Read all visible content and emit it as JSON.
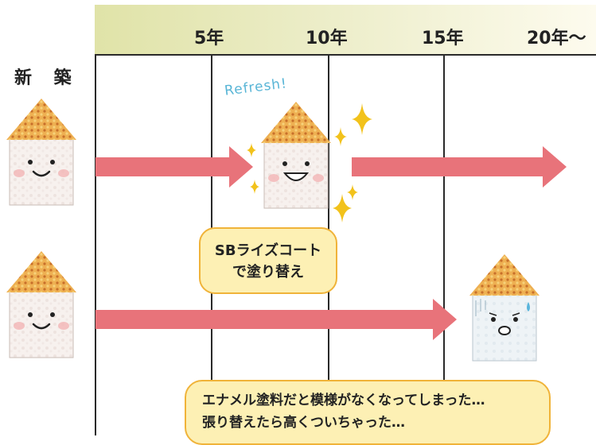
{
  "timeline": {
    "start_label": "新 築",
    "years": [
      "5年",
      "10年",
      "15年",
      "20年〜"
    ]
  },
  "refresh_text": "Refresh!",
  "callout_sb": {
    "line1": "SBライズコート",
    "line2": "で塗り替え"
  },
  "callout_enamel": {
    "line1": "エナメル塗料だと模様がなくなってしまった…",
    "line2": "張り替えたら高くついちゃった…"
  },
  "colors": {
    "header_band": "#e4e6b0",
    "arrow": "#e8737a",
    "bubble_fill": "#fdf0b4",
    "bubble_border": "#f0b339",
    "roof": "#e9a54a",
    "sparkle": "#f2c21b",
    "refresh_text": "#58b5d6"
  }
}
